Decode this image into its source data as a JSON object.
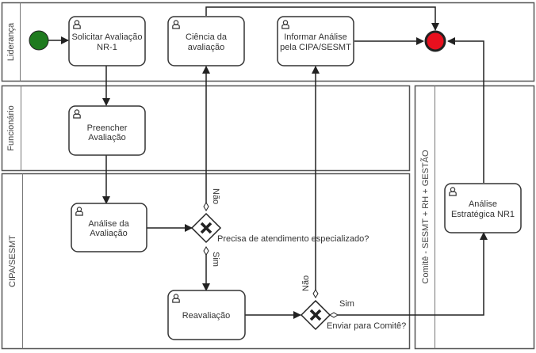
{
  "diagram": {
    "type": "BPMN process",
    "lanes": [
      {
        "id": "lideranca",
        "label": "Liderança"
      },
      {
        "id": "funcionario",
        "label": "Funcionário"
      },
      {
        "id": "cipa",
        "label": "CIPA/SESMT"
      },
      {
        "id": "comite",
        "label": "Comitê - SESMT + RH + GESTÃO"
      }
    ],
    "events": {
      "start": {
        "label": "",
        "color": "#1e7a1e"
      },
      "end": {
        "label": "",
        "color": "#e8101e"
      }
    },
    "tasks": {
      "solicitar": {
        "line1": "Solicitar Avaliação",
        "line2": "NR-1",
        "icon": "user-icon"
      },
      "ciencia": {
        "line1": "Ciência da",
        "line2": "avaliação",
        "icon": "user-icon"
      },
      "informar": {
        "line1": "Informar Análise",
        "line2": "pela CIPA/SESMT",
        "icon": "user-icon"
      },
      "preencher": {
        "line1": "Preencher",
        "line2": "Avaliação",
        "icon": "user-icon"
      },
      "analise": {
        "line1": "Análise da",
        "line2": "Avaliação",
        "icon": "user-icon"
      },
      "reavaliacao": {
        "line1": "Reavaliação",
        "icon": "user-icon"
      },
      "estrategica": {
        "line1": "Análise",
        "line2": "Estratégica NR1",
        "icon": "user-icon"
      }
    },
    "gateways": {
      "g1": {
        "question": "Precisa de atendimento especializado?",
        "yes": "Sim",
        "no": "Não"
      },
      "g2": {
        "question": "Enviar para Comitê?",
        "yes": "Sim",
        "no": "Não"
      }
    }
  }
}
